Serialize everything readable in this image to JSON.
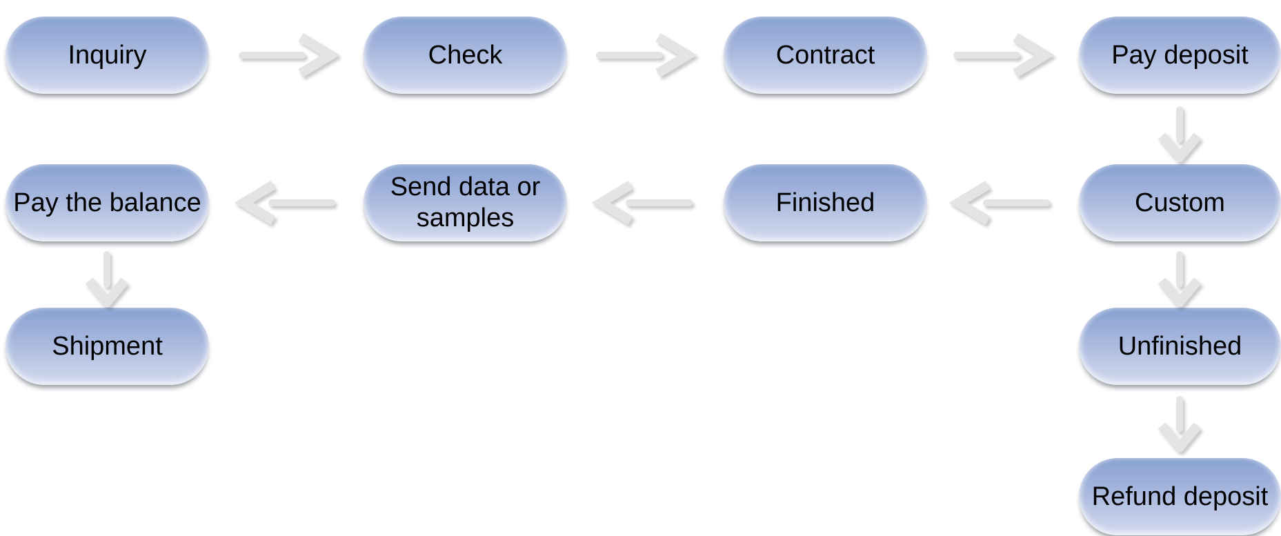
{
  "diagram": {
    "background_color": "#ffffff",
    "node_style": {
      "fill_top": "#89a3d2",
      "fill_middle": "#aebde0",
      "fill_bottom": "#d8def1",
      "text_color": "#000000",
      "shadow_color": "#5c6470"
    },
    "arrow_color": "#e4e4e4",
    "nodes": [
      {
        "id": "inquiry",
        "label": "Inquiry"
      },
      {
        "id": "check",
        "label": "Check"
      },
      {
        "id": "contract",
        "label": "Contract"
      },
      {
        "id": "pay-deposit",
        "label": "Pay deposit"
      },
      {
        "id": "pay-the-balance",
        "label": "Pay the balance"
      },
      {
        "id": "send-data-or-samples",
        "label": "Send data or samples"
      },
      {
        "id": "finished",
        "label": "Finished"
      },
      {
        "id": "custom",
        "label": "Custom"
      },
      {
        "id": "shipment",
        "label": "Shipment"
      },
      {
        "id": "unfinished",
        "label": "Unfinished"
      },
      {
        "id": "refund-deposit",
        "label": "Refund deposit"
      }
    ],
    "edges": [
      {
        "from": "inquiry",
        "to": "check",
        "direction": "right"
      },
      {
        "from": "check",
        "to": "contract",
        "direction": "right"
      },
      {
        "from": "contract",
        "to": "pay-deposit",
        "direction": "right"
      },
      {
        "from": "pay-deposit",
        "to": "custom",
        "direction": "down"
      },
      {
        "from": "custom",
        "to": "finished",
        "direction": "left"
      },
      {
        "from": "finished",
        "to": "send-data-or-samples",
        "direction": "left"
      },
      {
        "from": "send-data-or-samples",
        "to": "pay-the-balance",
        "direction": "left"
      },
      {
        "from": "pay-the-balance",
        "to": "shipment",
        "direction": "down"
      },
      {
        "from": "custom",
        "to": "unfinished",
        "direction": "down"
      },
      {
        "from": "unfinished",
        "to": "refund-deposit",
        "direction": "down"
      }
    ]
  }
}
